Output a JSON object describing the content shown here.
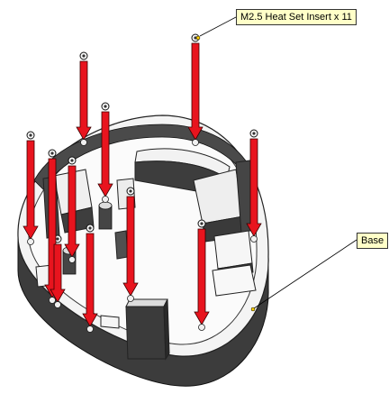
{
  "callouts": {
    "inserts_label": "M2.5 Heat Set Insert x 11",
    "base_label": "Base"
  },
  "colors": {
    "arrow": "#e8141e",
    "arrow_outline": "#3a0000",
    "wall_outer": "#3c3c3c",
    "wall_top": "#f2f2f2",
    "floor": "#fafafa",
    "callout_fill": "#ffffc8"
  },
  "icons": {
    "insert_marker": "heat-set-insert-icon",
    "arrow": "down-arrow-icon",
    "leader": "leader-line"
  },
  "insert_count": 11
}
